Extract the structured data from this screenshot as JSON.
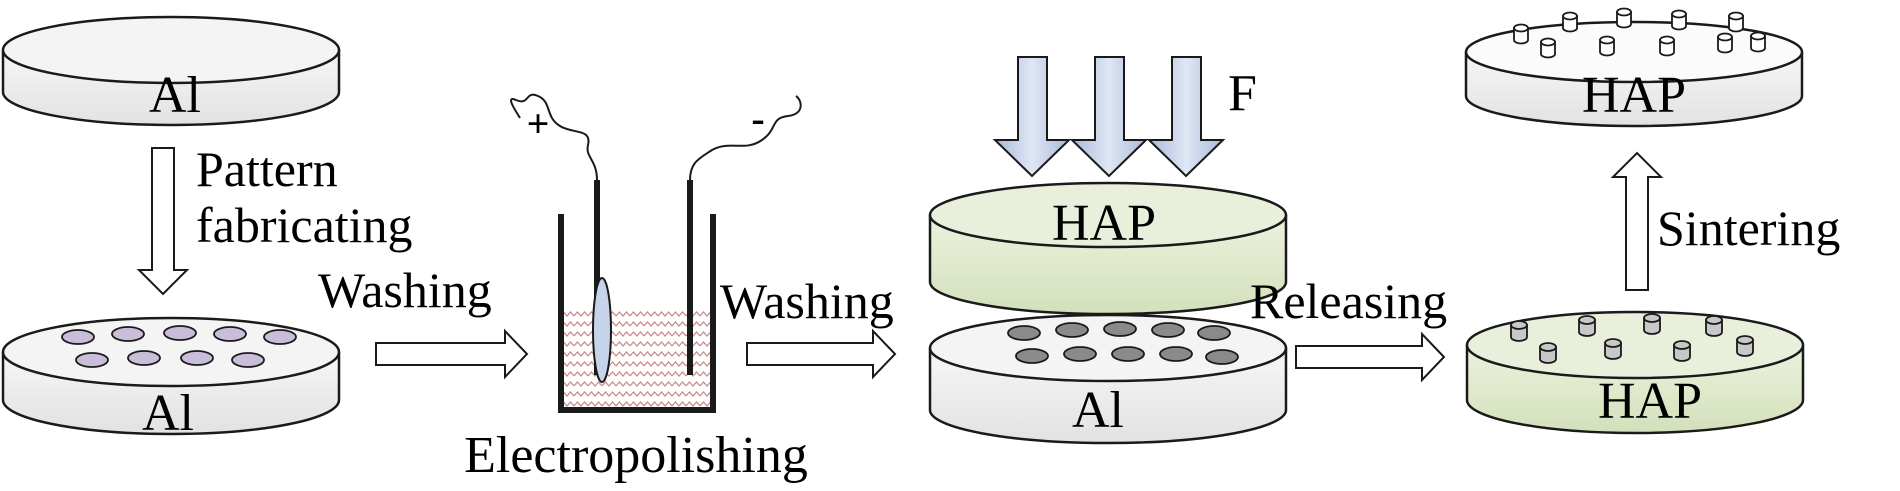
{
  "labels": {
    "al_top": "Al",
    "al_patterned": "Al",
    "al_pressed": "Al",
    "pattern_line1": "Pattern",
    "pattern_line2": "fabricating",
    "washing_1": "Washing",
    "washing_2": "Washing",
    "electropolishing": "Electropolishing",
    "plus_sign": "+",
    "minus_sign": "-",
    "force_label": "F",
    "hap_pressing": "HAP",
    "releasing": "Releasing",
    "hap_released": "HAP",
    "sintering": "Sintering",
    "hap_final": "HAP"
  },
  "colors": {
    "disk_gray": "#f0f0f0",
    "disk_green": "#e2ecd0",
    "well_fill": "#c9bdd9",
    "force_arrow": "#c6d3ea",
    "electrolyte": "#d9a9a9",
    "outline": "#1a1a1a"
  }
}
